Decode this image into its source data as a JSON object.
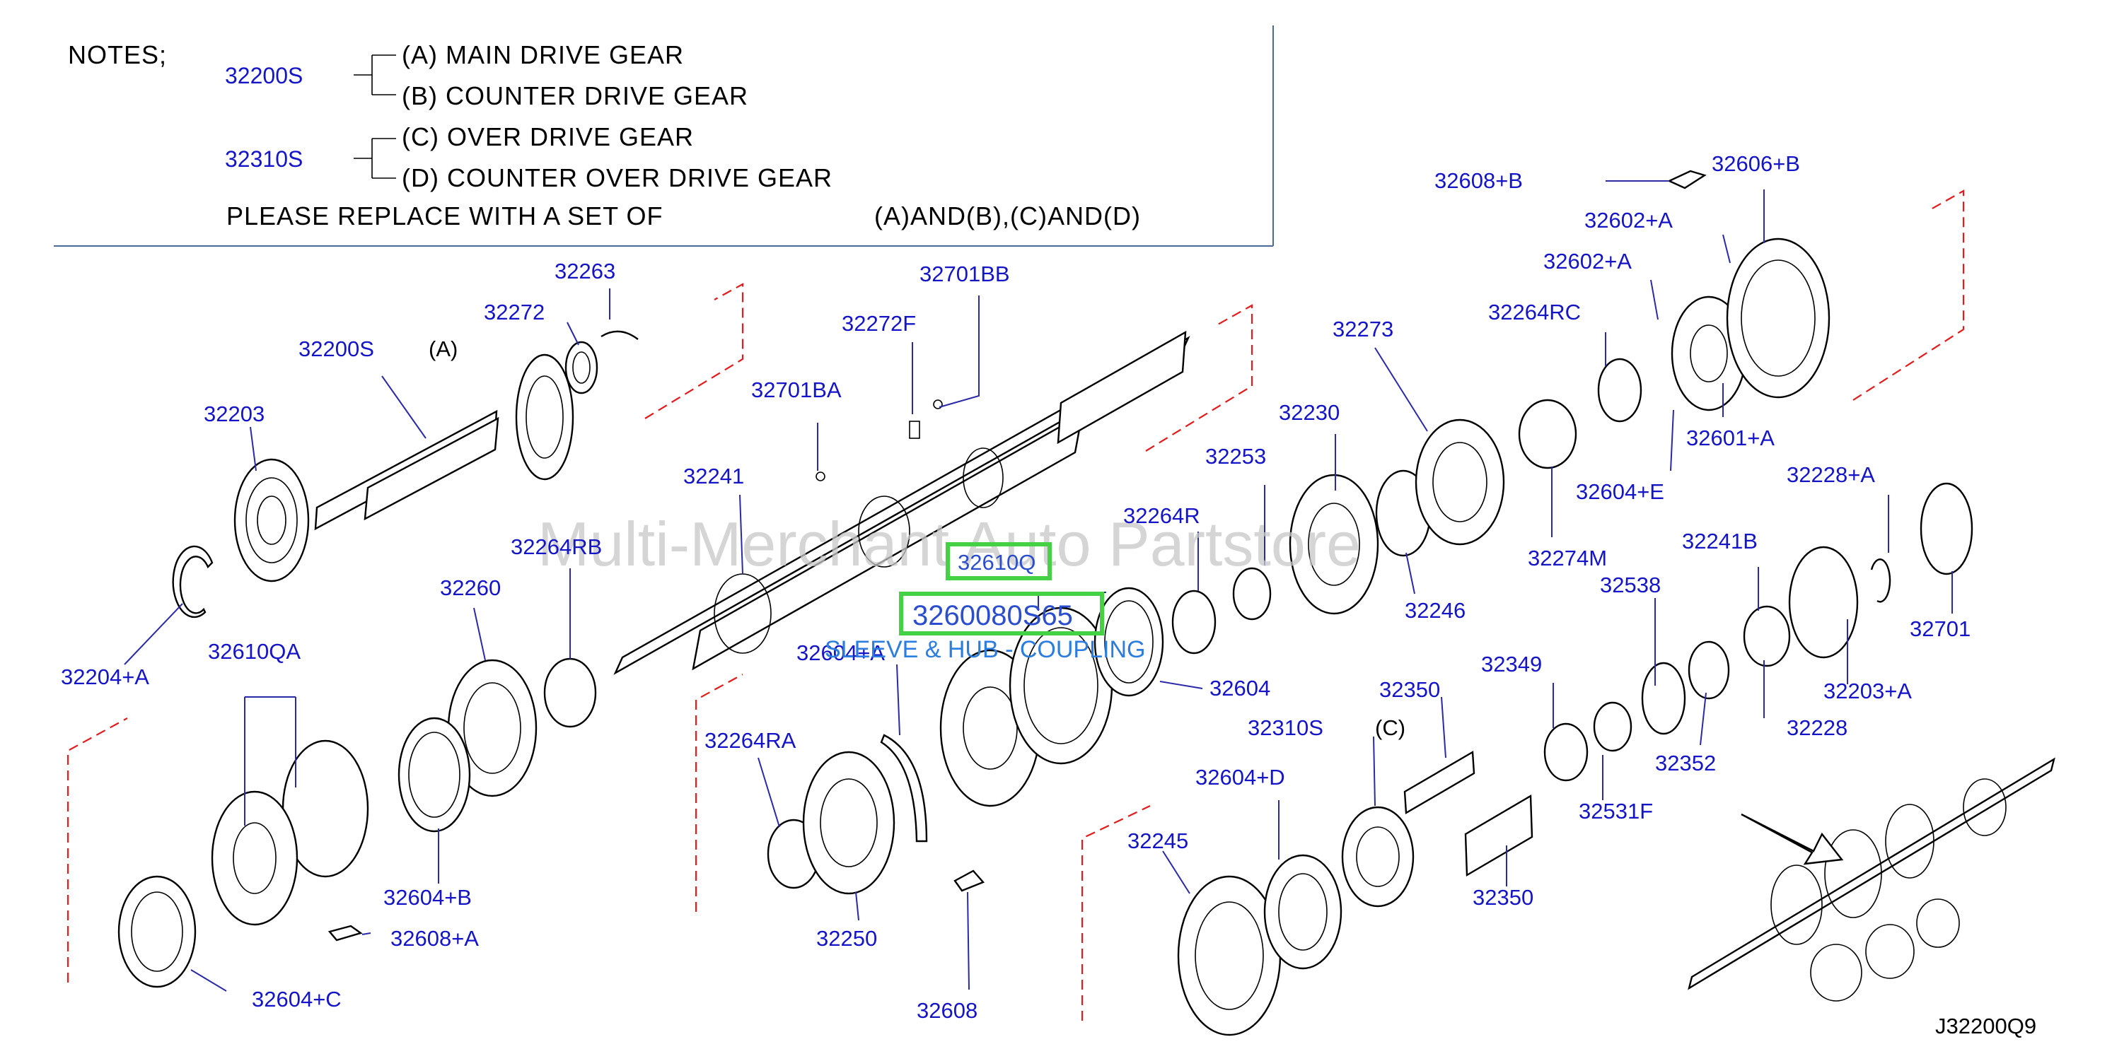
{
  "notes": {
    "title": "NOTES;",
    "group1_part": "32200S",
    "group2_part": "32310S",
    "lines": [
      "(A)  MAIN  DRIVE  GEAR",
      "(B)  COUNTER  DRIVE  GEAR",
      "(C)  OVER  DRIVE  GEAR",
      "(D)  COUNTER  OVER  DRIVE  GEAR"
    ],
    "replace_text": "PLEASE  REPLACE  WITH  A  SET  OF",
    "replace_sets": "(A)AND(B),(C)AND(D)"
  },
  "labels": {
    "a": "(A)",
    "c": "(C)"
  },
  "parts": [
    "32608+B",
    "32606+B",
    "32602+A",
    "32602+A",
    "32264RC",
    "32263",
    "32272",
    "32200S",
    "32701BB",
    "32272F",
    "32273",
    "32230",
    "32203",
    "32701BA",
    "32253",
    "32601+A",
    "32604+E",
    "32228+A",
    "32241",
    "32264R",
    "32274M",
    "32264RB",
    "32610Q",
    "32241B",
    "32260",
    "32538",
    "32246",
    "32701",
    "32204+A",
    "32604+A",
    "32610QA",
    "32604",
    "32349",
    "32203+A",
    "32350",
    "32228",
    "32310S",
    "32264RA",
    "32352",
    "32604+D",
    "32531F",
    "32245",
    "32350",
    "32604+B",
    "32608+A",
    "32250",
    "32604+C",
    "32608"
  ],
  "highlight": {
    "part_number": "32600",
    "part_suffix": "80S65",
    "description": "SLEEVE & HUB - COUPLING"
  },
  "watermark": "Multi-Merchant Auto Partstore",
  "drawing_code": "J32200Q9",
  "colors": {
    "part_number": "#1414c8",
    "highlight_border": "#44d144",
    "cut_line": "#e31b1b",
    "subtitle": "#2b7de0"
  }
}
